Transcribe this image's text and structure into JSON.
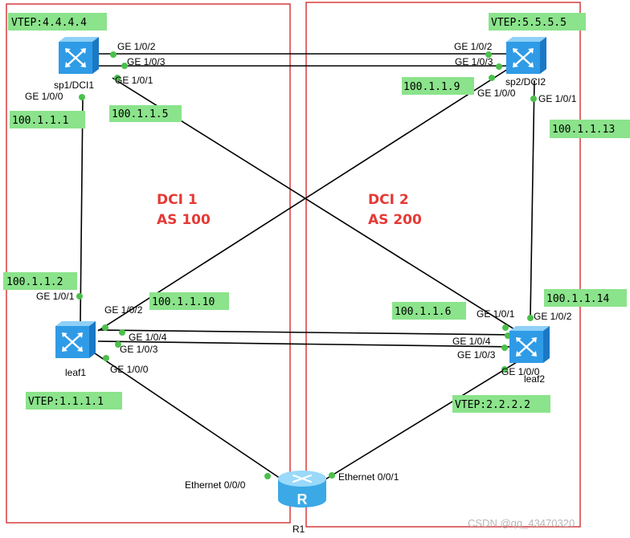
{
  "colors": {
    "domain_border": "#d32f2f",
    "domain_text": "#e53935",
    "label_bg": "#8be38b",
    "port_dot": "#4cc04c",
    "device_blue": "#2f9be6",
    "router_blue": "#4fb8ec"
  },
  "domains": [
    {
      "name": "DCI 1",
      "as": "AS 100"
    },
    {
      "name": "DCI 2",
      "as": "AS 200"
    }
  ],
  "devices": {
    "sp1": {
      "name": "sp1/DCI1",
      "vtep": "VTEP:4.4.4.4",
      "icon": "switch-icon"
    },
    "sp2": {
      "name": "sp2/DCI2",
      "vtep": "VTEP:5.5.5.5",
      "icon": "switch-icon"
    },
    "leaf1": {
      "name": "leaf1",
      "vtep": "VTEP:1.1.1.1",
      "icon": "switch-icon"
    },
    "leaf2": {
      "name": "leaf2",
      "vtep": "VTEP:2.2.2.2",
      "icon": "switch-icon"
    },
    "r1": {
      "name": "R1",
      "icon": "router-icon"
    }
  },
  "addresses": {
    "sp1_ge100": "100.1.1.1",
    "sp1_ge101": "100.1.1.5",
    "sp2_ge100": "100.1.1.9",
    "sp2_ge101": "100.1.1.13",
    "leaf1_ge101": "100.1.1.2",
    "leaf1_ge102": "100.1.1.10",
    "leaf2_ge101": "100.1.1.6",
    "leaf2_ge102": "100.1.1.14"
  },
  "interfaces": {
    "sp1": {
      "ge100": "GE 1/0/0",
      "ge101": "GE 1/0/1",
      "ge102": "GE 1/0/2",
      "ge103": "GE 1/0/3"
    },
    "sp2": {
      "ge100": "GE 1/0/0",
      "ge101": "GE 1/0/1",
      "ge102": "GE 1/0/2",
      "ge103": "GE 1/0/3"
    },
    "leaf1": {
      "ge100": "GE 1/0/0",
      "ge101": "GE 1/0/1",
      "ge102": "GE 1/0/2",
      "ge103": "GE 1/0/3",
      "ge104": "GE 1/0/4"
    },
    "leaf2": {
      "ge100": "GE 1/0/0",
      "ge101": "GE 1/0/1",
      "ge102": "GE 1/0/2",
      "ge103": "GE 1/0/3",
      "ge104": "GE 1/0/4"
    },
    "r1": {
      "eth0": "Ethernet 0/0/0",
      "eth1": "Ethernet 0/0/1"
    }
  },
  "watermark": "CSDN @qq_43470320"
}
